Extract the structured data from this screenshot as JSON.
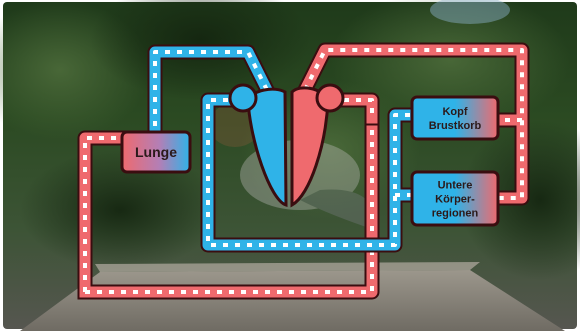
{
  "diagram": {
    "colors": {
      "oxygenated": "#ef6a6e",
      "deoxygenated": "#2fb3e8",
      "outline": "#3a0d10",
      "dash": "#ffffff"
    },
    "nodes": {
      "lunge": {
        "label": "Lunge"
      },
      "kopf": {
        "lines": [
          "Kopf",
          "Brustkorb"
        ]
      },
      "untere": {
        "lines": [
          "Untere",
          "Körper-",
          "regionen"
        ]
      }
    }
  }
}
